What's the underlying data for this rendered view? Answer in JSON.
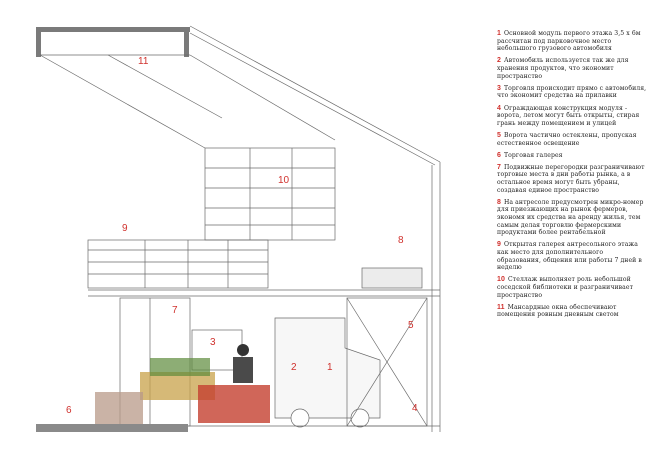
{
  "labels": [
    "1",
    "2",
    "3",
    "4",
    "5",
    "6",
    "7",
    "8",
    "9",
    "10",
    "11"
  ],
  "legend": [
    {
      "num": "1",
      "text": "Основной модуль первого этажа 3,5 х 6м рассчитан под парковочное место небольшого грузового автомобиля"
    },
    {
      "num": "2",
      "text": "Автомобиль используется так же для хранения продуктов, что экономит пространство"
    },
    {
      "num": "3",
      "text": "Торговля происходит прямо с автомобиля, что экономит средства на прилавки"
    },
    {
      "num": "4",
      "text": "Ограждающая конструкция модуля - ворота, летом могут быть открыты, стирая грань между помещением и улицей"
    },
    {
      "num": "5",
      "text": "Ворота частично остеклены, пропуская естественное освещение"
    },
    {
      "num": "6",
      "text": "Торговая галерея"
    },
    {
      "num": "7",
      "text": "Подвижные перегородки разграничивают торговые места в дни работы рынка, а в остальное время могут быть убраны, создавая единое пространство"
    },
    {
      "num": "8",
      "text": "На антресоле предусмотрен микро-номер для приезжающих на рынок фермеров, экономя их средства на аренду жилья, тем самым делая торговлю фермерскими продуктами более рентабельной"
    },
    {
      "num": "9",
      "text": "Открытая галерея антресольного этажа как место для дополнительного образования, общения или работы 7 дней в неделю"
    },
    {
      "num": "10",
      "text": "Стеллаж выполняет роль небольшой соседской библиотеки и разграничивает пространство"
    },
    {
      "num": "11",
      "text": "Мансардные окна обеспечивают помещения ровным дневным светом"
    }
  ]
}
